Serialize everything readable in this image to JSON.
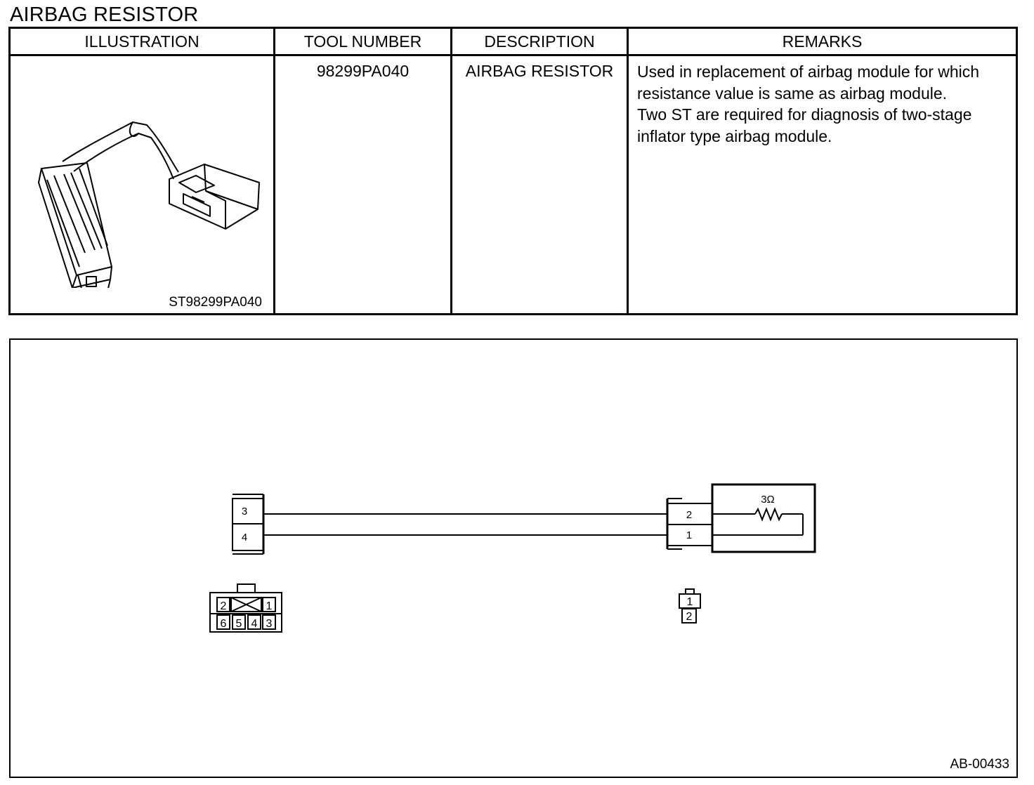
{
  "page": {
    "title": "AIRBAG RESISTOR"
  },
  "table": {
    "headers": [
      "ILLUSTRATION",
      "TOOL NUMBER",
      "DESCRIPTION",
      "REMARKS"
    ],
    "row": {
      "illustration_code": "ST98299PA040",
      "tool_number": "98299PA040",
      "description": "AIRBAG RESISTOR",
      "remarks": [
        "Used in replacement of airbag module for which",
        "resistance value is same as airbag module.",
        "Two ST are required for diagnosis of two-stage",
        "inflator type airbag module."
      ]
    }
  },
  "diagram": {
    "left_connector_pins": [
      "3",
      "4"
    ],
    "right_connector_pins": [
      "2",
      "1"
    ],
    "resistor_label": "3Ω",
    "left_face_top": [
      "2",
      "1"
    ],
    "left_face_bottom": [
      "6",
      "5",
      "4",
      "3"
    ],
    "right_face": [
      "1",
      "2"
    ],
    "figure_code": "AB-00433"
  }
}
